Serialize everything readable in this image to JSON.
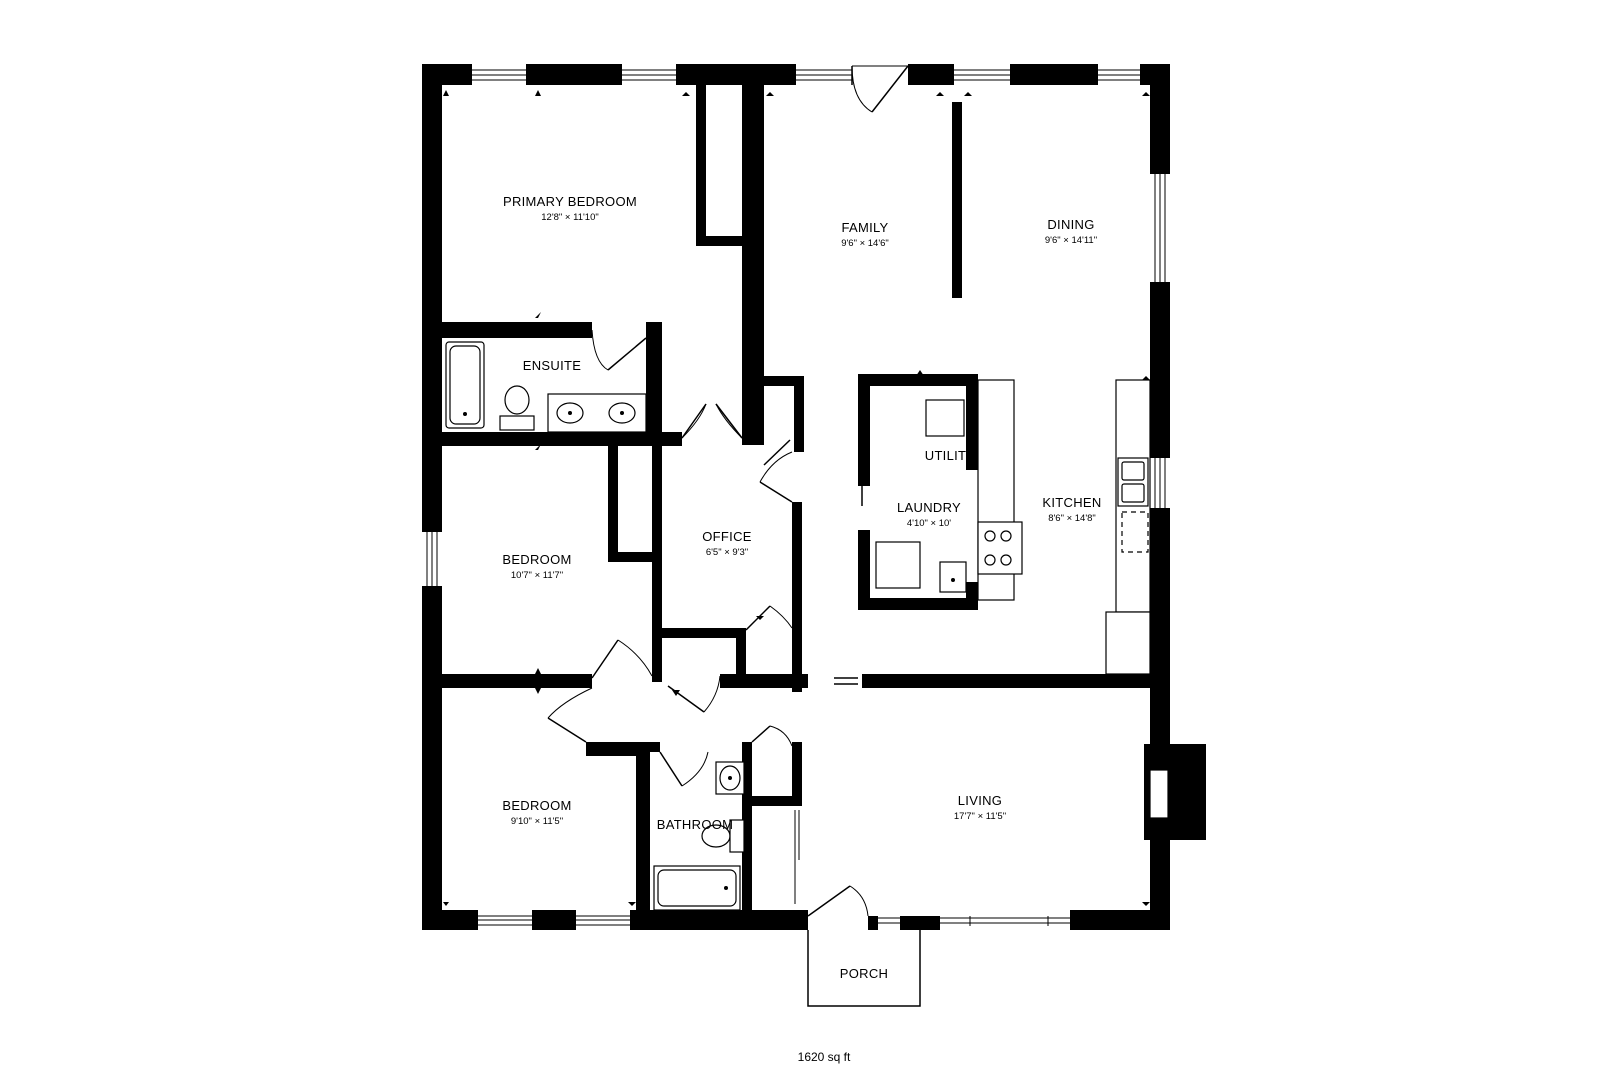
{
  "rooms": {
    "primary_bedroom": {
      "name": "PRIMARY BEDROOM",
      "dim": "12'8\" × 11'10\""
    },
    "family": {
      "name": "FAMILY",
      "dim": "9'6\" × 14'6\""
    },
    "dining": {
      "name": "DINING",
      "dim": "9'6\" × 14'11\""
    },
    "ensuite": {
      "name": "ENSUITE"
    },
    "utility": {
      "name": "UTILITY"
    },
    "laundry": {
      "name": "LAUNDRY",
      "dim": "4'10\" × 10'"
    },
    "kitchen": {
      "name": "KITCHEN",
      "dim": "8'6\" × 14'8\""
    },
    "bedroom_2": {
      "name": "BEDROOM",
      "dim": "10'7\" × 11'7\""
    },
    "office": {
      "name": "OFFICE",
      "dim": "6'5\" × 9'3\""
    },
    "bedroom_3": {
      "name": "BEDROOM",
      "dim": "9'10\" × 11'5\""
    },
    "bathroom": {
      "name": "BATHROOM"
    },
    "living": {
      "name": "LIVING",
      "dim": "17'7\" × 11'5\""
    },
    "porch": {
      "name": "PORCH"
    }
  },
  "total_area": "1620 sq ft"
}
